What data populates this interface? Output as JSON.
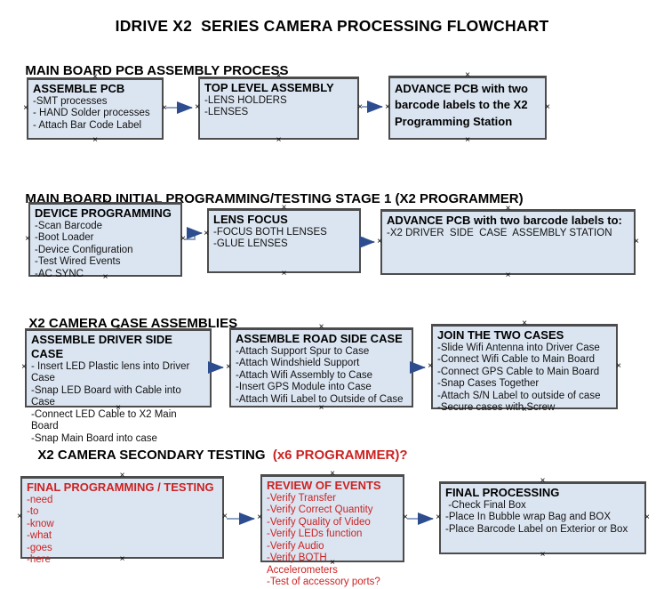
{
  "title": "IDRIVE X2  SERIES CAMERA PROCESSING FLOWCHART",
  "colors": {
    "box_fill": "#dbe5f1",
    "box_border": "#4c4c4c",
    "arrow_line": "#8ca3c4",
    "arrow_head": "#2e4d8e",
    "red_text": "#cc2222",
    "text": "#000000"
  },
  "sections": [
    {
      "heading": "MAIN BOARD PCB ASSEMBLY PROCESS",
      "heading_red": "",
      "boxes": [
        {
          "title": "ASSEMBLE PCB",
          "items": [
            "-SMT processes",
            "- HAND Solder processes",
            "- Attach Bar Code Label"
          ]
        },
        {
          "title": "TOP LEVEL ASSEMBLY",
          "items": [
            "-LENS HOLDERS",
            "-LENSES"
          ]
        },
        {
          "title": "ADVANCE PCB with two barcode labels to the X2 Programming Station",
          "items": []
        }
      ]
    },
    {
      "heading": "MAIN BOARD INITIAL PROGRAMMING/TESTING STAGE 1 (X2 PROGRAMMER)",
      "heading_red": "",
      "boxes": [
        {
          "title": "DEVICE PROGRAMMING",
          "items": [
            "-Scan Barcode",
            "-Boot Loader",
            "-Device Configuration",
            "-Test Wired Events",
            "-AC SYNC"
          ]
        },
        {
          "title": "LENS FOCUS",
          "items": [
            "-FOCUS BOTH LENSES",
            "-GLUE LENSES"
          ]
        },
        {
          "title": "ADVANCE PCB with two barcode labels to:",
          "items": [
            "-X2 DRIVER  SIDE  CASE  ASSEMBLY STATION"
          ]
        }
      ]
    },
    {
      "heading": "X2 CAMERA CASE ASSEMBLIES",
      "heading_red": "",
      "boxes": [
        {
          "title": "ASSEMBLE DRIVER SIDE CASE",
          "items": [
            "- Insert LED Plastic lens into Driver Case",
            "-Snap LED Board with Cable into Case",
            "-Connect LED Cable to X2 Main Board",
            "-Snap Main Board into case"
          ]
        },
        {
          "title": "ASSEMBLE ROAD SIDE CASE",
          "items": [
            "-Attach Support Spur to Case",
            "-Attach Windshield Support",
            "-Attach Wifi Assembly to Case",
            "-Insert GPS Module into Case",
            "-Attach Wifi Label to Outside of Case"
          ]
        },
        {
          "title": "JOIN THE TWO CASES",
          "items": [
            "-Slide Wifi Antenna into Driver Case",
            "-Connect Wifi Cable to Main Board",
            "-Connect GPS Cable to Main Board",
            "-Snap Cases Together",
            "-Attach S/N Label to outside of case",
            "-Secure cases with Screw"
          ]
        }
      ]
    },
    {
      "heading": "X2 CAMERA SECONDARY TESTING  ",
      "heading_red": "(x6 PROGRAMMER)?",
      "boxes": [
        {
          "title": "FINAL PROGRAMMING / TESTING",
          "items": [
            "-need",
            "-to",
            "-know",
            "-what",
            "-goes",
            "-here"
          ]
        },
        {
          "title": "REVIEW OF EVENTS",
          "items": [
            "-Verify Transfer",
            "-Verify Correct Quantity",
            "-Verify Quality of Video",
            "-Verify LEDs function",
            "-Verify Audio",
            "-Verify BOTH Accelerometers",
            "-Test of accessory ports?"
          ]
        },
        {
          "title": "FINAL PROCESSING",
          "items": [
            " -Check Final Box",
            "-Place In Bubble wrap Bag and BOX",
            "-Place Barcode Label on Exterior or Box"
          ]
        }
      ]
    }
  ]
}
